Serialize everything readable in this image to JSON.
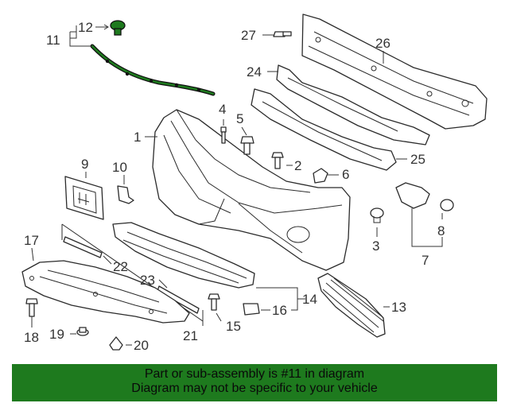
{
  "callouts": {
    "c1": "1",
    "c2": "2",
    "c3": "3",
    "c4": "4",
    "c5": "5",
    "c6": "6",
    "c7": "7",
    "c8": "8",
    "c9": "9",
    "c10": "10",
    "c11": "11",
    "c12": "12",
    "c13": "13",
    "c14": "14",
    "c15": "15",
    "c16": "16",
    "c17": "17",
    "c18": "18",
    "c19": "19",
    "c20": "20",
    "c21": "21",
    "c22": "22",
    "c23": "23",
    "c24": "24",
    "c25": "25",
    "c26": "26",
    "c27": "27"
  },
  "highlight": {
    "part": "11",
    "color": "#1e7a1e"
  },
  "banner": {
    "line1": "Part or sub-assembly is #11 in diagram",
    "line2": "Diagram may not be specific to your vehicle",
    "background": "#1e7a1e"
  }
}
